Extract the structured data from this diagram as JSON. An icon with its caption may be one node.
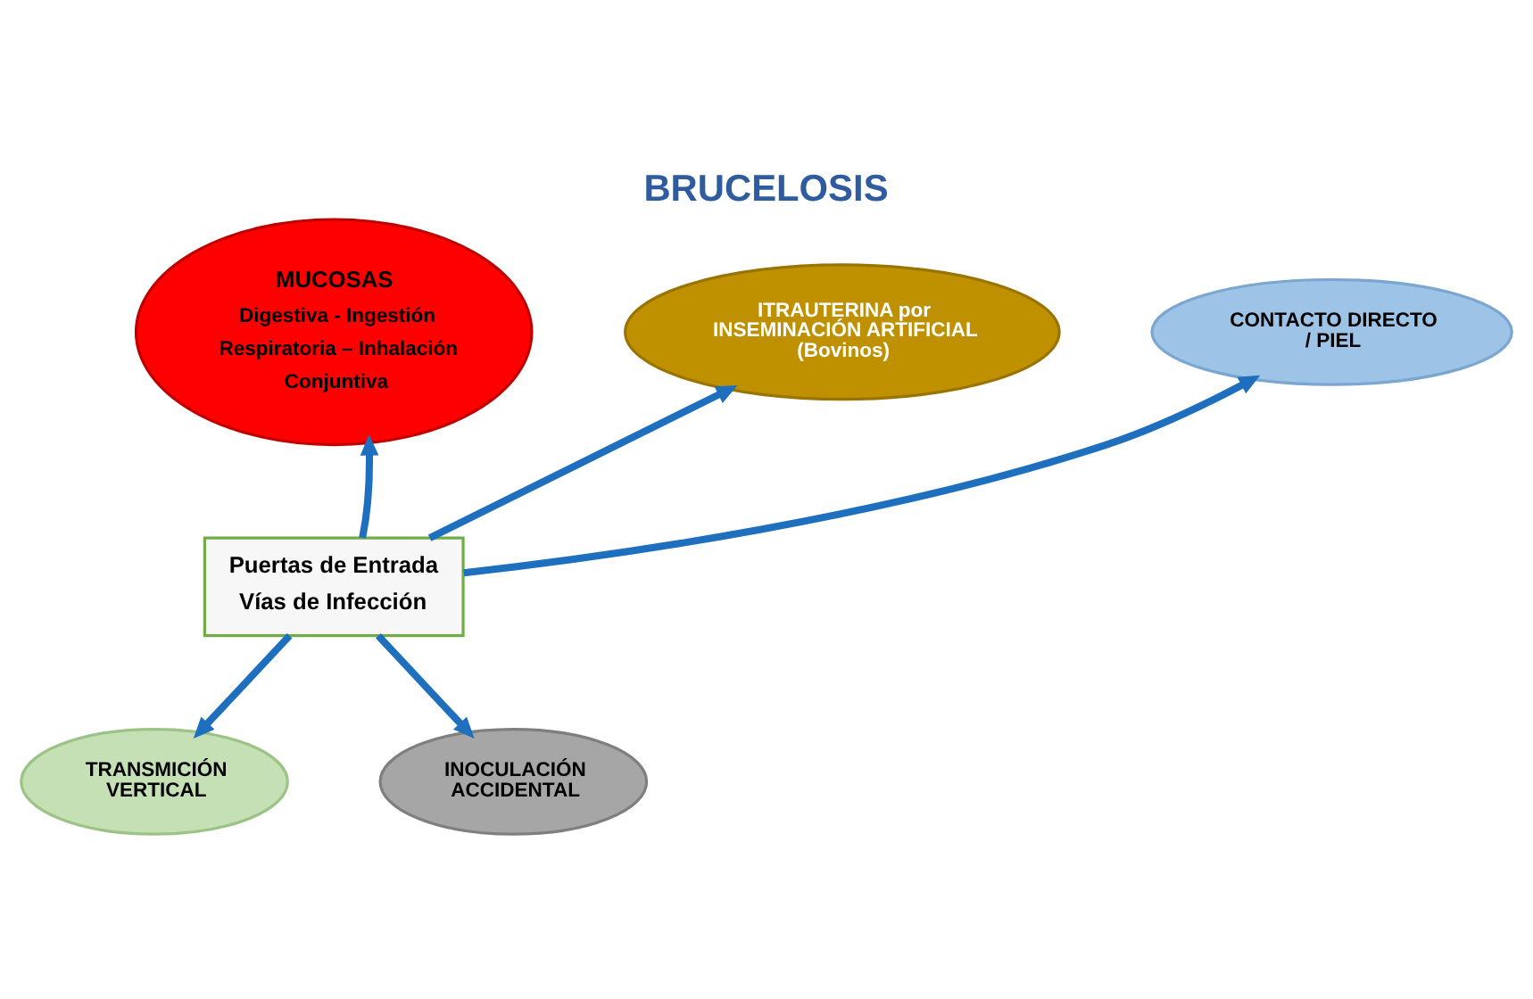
{
  "diagram": {
    "title": "BRUCELOSIS",
    "nodes": [
      {
        "text": [
          "MUCOSAS",
          "Digestiva - Ingestión",
          "Respiratoria – Inhalación",
          "Conjuntiva"
        ]
      },
      {
        "text": [
          "ITRAUTERINA por INSEMINACIÓN ARTIFICIAL (Bovinos)"
        ]
      },
      {
        "text": [
          "CONTACTO DIRECTO / PIEL"
        ]
      },
      {
        "text": [
          "Puertas de Entrada",
          "Vías de Infección"
        ]
      },
      {
        "text": [
          "TRANSMICIÓN VERTICAL"
        ]
      },
      {
        "text": [
          "INOCULACIÓN ACCIDENTAL"
        ]
      }
    ],
    "edges": [
      {
        "from": 3,
        "to": 0,
        "arrow": "to"
      },
      {
        "from": 3,
        "to": 1,
        "arrow": "to"
      },
      {
        "from": 3,
        "to": 2,
        "arrow": "to"
      },
      {
        "from": 3,
        "to": 4,
        "arrow": "to"
      },
      {
        "from": 3,
        "to": 5,
        "arrow": "to"
      }
    ]
  }
}
